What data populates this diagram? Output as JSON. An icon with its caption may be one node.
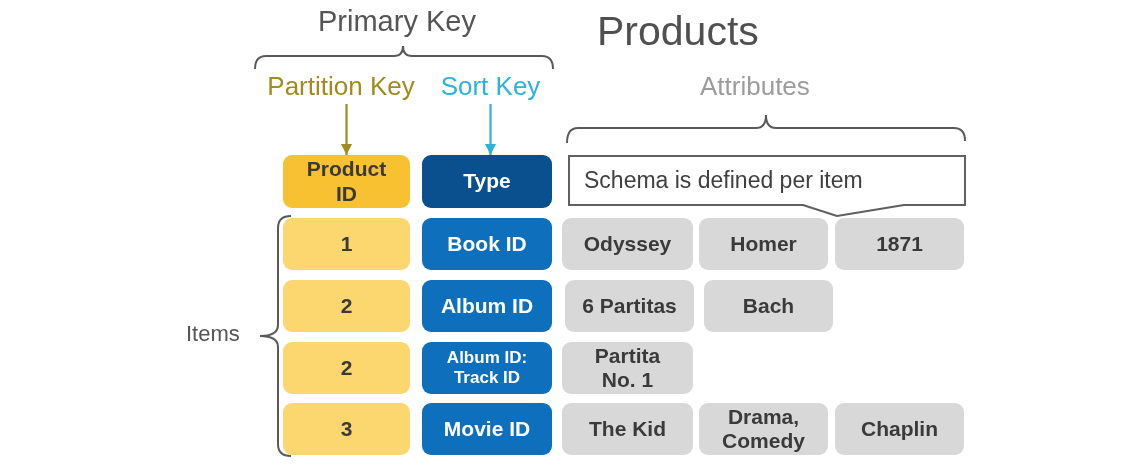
{
  "diagram": {
    "title": "Products",
    "nodes": [
      {
        "text": [
          "Partition Key"
        ]
      },
      {
        "text": [
          "Sort Key"
        ]
      },
      {
        "text": [
          "Product ID"
        ]
      },
      {
        "text": [
          "Type"
        ]
      },
      {
        "text": [
          "Schema is defined per item"
        ]
      },
      {
        "text": [
          "1"
        ]
      },
      {
        "text": [
          "Book ID"
        ]
      },
      {
        "text": [
          "Odyssey"
        ]
      },
      {
        "text": [
          "Homer"
        ]
      },
      {
        "text": [
          "1871"
        ]
      },
      {
        "text": [
          "2"
        ]
      },
      {
        "text": [
          "Album ID"
        ]
      },
      {
        "text": [
          "6 Partitas"
        ]
      },
      {
        "text": [
          "Bach"
        ]
      },
      {
        "text": [
          "2"
        ]
      },
      {
        "text": [
          "Album ID: Track ID"
        ]
      },
      {
        "text": [
          "Partita No. 1"
        ]
      },
      {
        "text": [
          "3"
        ]
      },
      {
        "text": [
          "Movie ID"
        ]
      },
      {
        "text": [
          "The Kid"
        ]
      },
      {
        "text": [
          "Drama, Comedy"
        ]
      },
      {
        "text": [
          "Chaplin"
        ]
      }
    ],
    "edges": [
      {
        "from": 0,
        "to": 2,
        "arrow": "to",
        "color": "#a08c1e"
      },
      {
        "from": 1,
        "to": 3,
        "arrow": "to",
        "color": "#2cb3d8"
      }
    ],
    "labels": [
      "Primary Key",
      "Attributes",
      "Items"
    ]
  }
}
